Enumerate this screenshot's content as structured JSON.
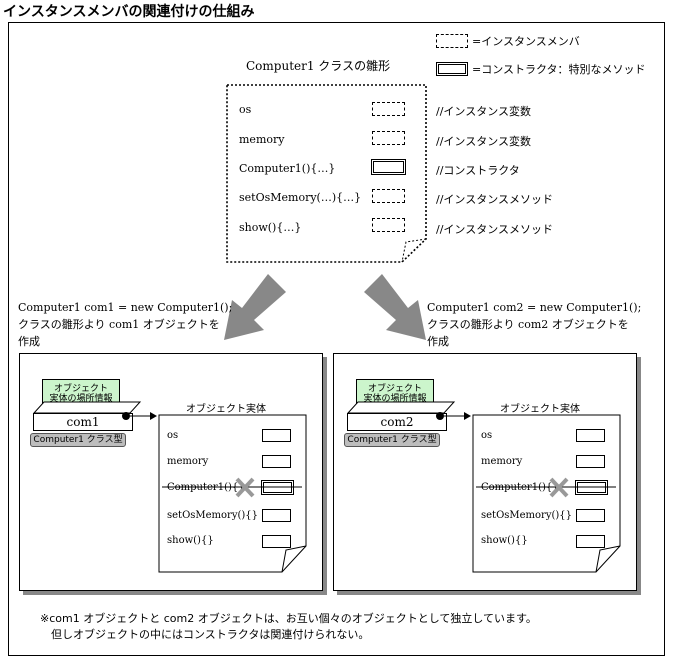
{
  "title": "インスタンスメンバの関連付けの仕組み",
  "legend": {
    "instance_member": "=インスタンスメンバ",
    "constructor": "=コンストラクタ：特別なメソッド"
  },
  "class_template": {
    "title": "Computer1 クラスの雛形",
    "rows": [
      {
        "label": "os",
        "comment": "//インスタンス変数"
      },
      {
        "label": "memory",
        "comment": "//インスタンス変数"
      },
      {
        "label": "Computer1(){…}",
        "comment": "//コンストラクタ"
      },
      {
        "label": "setOsMemory(…){…}",
        "comment": "//インスタンスメソッド"
      },
      {
        "label": "show(){…}",
        "comment": "//インスタンスメソッド"
      }
    ]
  },
  "creation_left": {
    "line1": "Computer1 com1 = new Computer1();",
    "line2": "クラスの雛形より com1 オブジェクトを",
    "line3": "作成"
  },
  "creation_right": {
    "line1": "Computer1 com2 = new Computer1();",
    "line2": "クラスの雛形より com2 オブジェクトを",
    "line3": "作成"
  },
  "object_left": {
    "note": "オブジェクト\n実体の場所情報",
    "var_name": "com1",
    "type_label": "Computer1 クラス型",
    "entity_title": "オブジェクト実体",
    "members": [
      "os",
      "memory",
      "Computer1(){}",
      "setOsMemory(){}",
      "show(){}"
    ]
  },
  "object_right": {
    "note": "オブジェクト\n実体の場所情報",
    "var_name": "com2",
    "type_label": "Computer1 クラス型",
    "entity_title": "オブジェクト実体",
    "members": [
      "os",
      "memory",
      "Computer1(){}",
      "setOsMemory(){}",
      "show(){}"
    ]
  },
  "footnote": {
    "line1": "※com1 オブジェクトと com2 オブジェクトは、お互い個々のオブジェクトとして独立しています。",
    "line2": "但しオブジェクトの中にはコンストラクタは関連付けられない。"
  }
}
